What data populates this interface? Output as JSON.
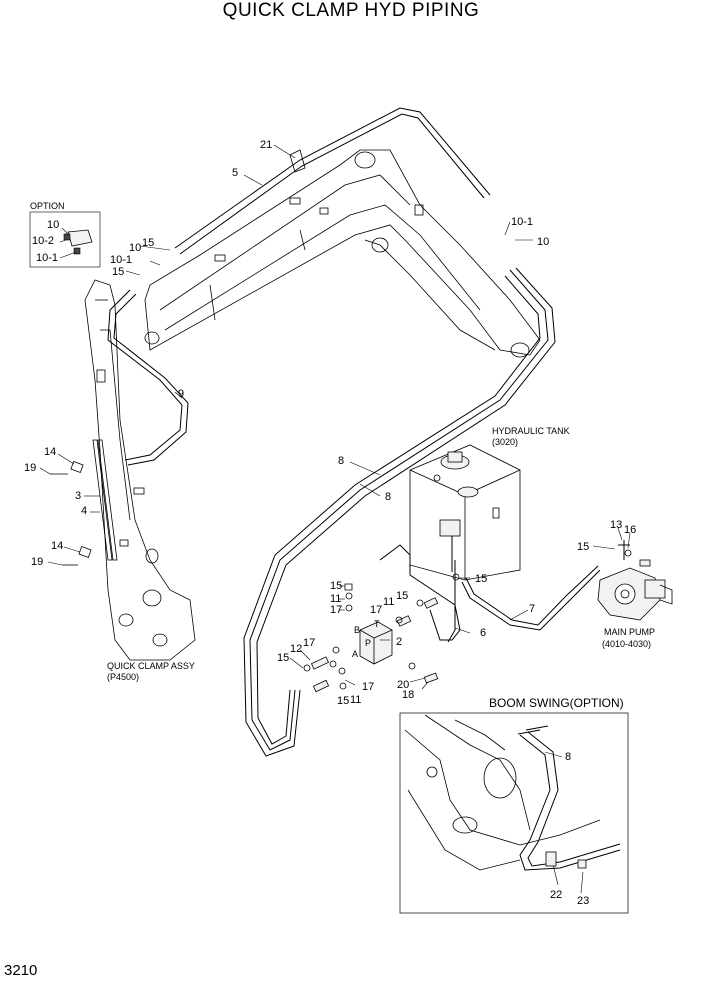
{
  "title": "QUICK CLAMP HYD PIPING",
  "page_number": "3210",
  "callouts": {
    "c21": "21",
    "c5": "5",
    "c10_1_top": "10-1",
    "c10_top": "10",
    "c10_left": "10",
    "c15_left": "15",
    "c10_1_left": "10-1",
    "c15_left2": "15",
    "c9": "9",
    "c8_a": "8",
    "c8_b": "8",
    "c14_a": "14",
    "c19_a": "19",
    "c3": "3",
    "c4": "4",
    "c14_b": "14",
    "c19_b": "19",
    "c15_mid": "15",
    "c11_mid": "11",
    "c17_mid": "17",
    "c17_mid2": "17",
    "c11_mid2": "11",
    "c15_mid2": "15",
    "c2": "2",
    "c6": "6",
    "c15_tank": "15",
    "c7": "7",
    "c12": "12",
    "c17_low": "17",
    "c15_low": "15",
    "c17_low2": "17",
    "c11_low": "11",
    "c15_low2": "15",
    "c20": "20",
    "c18": "18",
    "c13": "13",
    "c16": "16",
    "c15_pump": "15",
    "c8_swing": "8",
    "c22": "22",
    "c23": "23"
  },
  "port_letters": {
    "b": "B",
    "t": "T",
    "p": "P",
    "a": "A"
  },
  "option_box": {
    "heading": "OPTION",
    "c10": "10",
    "c10_2": "10-2",
    "c10_1": "10-1"
  },
  "notes": {
    "hydraulic_tank": "HYDRAULIC TANK",
    "hydraulic_tank_ref": "(3020)",
    "main_pump": "MAIN PUMP",
    "main_pump_ref": "(4010-4030)",
    "quick_clamp_assy": "QUICK CLAMP ASSY",
    "quick_clamp_assy_ref": "(P4500)",
    "boom_swing": "BOOM SWING(OPTION)"
  }
}
